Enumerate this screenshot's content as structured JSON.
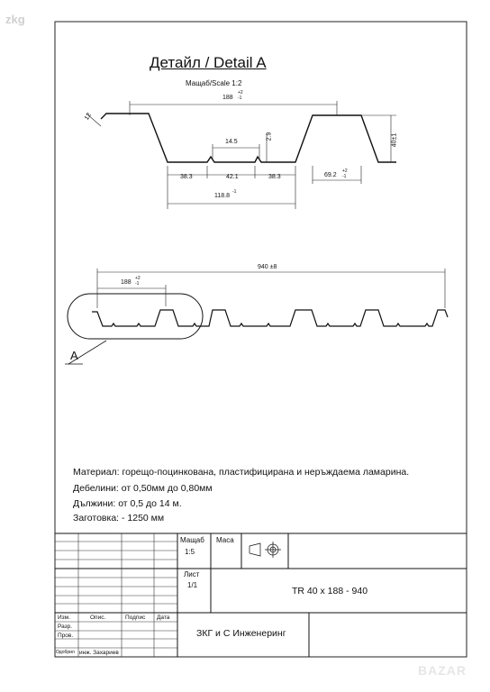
{
  "watermark_top": "zkg",
  "watermark_bottom": "BAZAR",
  "detail": {
    "title": "Детайл / Detail A",
    "scale": "Мащаб/Scale 1:2",
    "dims": {
      "top_width": "188",
      "top_width_tol_up": "+2",
      "top_width_tol_down": "-1",
      "edge": "12",
      "rib": "14.5",
      "rib_depth": "2.9",
      "height": "40±1",
      "left_flat": "38.3",
      "mid_flat": "42.1",
      "right_flat": "38.3",
      "right_top": "69.2",
      "right_top_tol_up": "+2",
      "right_top_tol_down": "-1",
      "bottom_total": "118.8",
      "bottom_total_tol": "-1"
    }
  },
  "overview": {
    "total_width": "940 ±8",
    "pitch": "188",
    "pitch_tol_up": "+2",
    "pitch_tol_down": "-1",
    "detail_label": "A"
  },
  "notes": [
    "Материал: горещо-поцинкована, пластифицирана и неръждаема ламарина.",
    "Дебелини: от 0,50мм до 0,80мм",
    "Дължини: от 0,5 до 14 м.",
    "Заготовка: - 1250 мм"
  ],
  "title_block": {
    "scale_label": "Мащаб",
    "scale_value": "1:5",
    "mass_label": "Маса",
    "sheet_label": "Лист",
    "sheet_value": "1/1",
    "product_code": "TR 40 x 188 - 940",
    "company": "ЗКГ и С Инженеринг",
    "col_izm": "Изм.",
    "col_opis": "Опис.",
    "col_podpis": "Подпис",
    "col_data": "Дата",
    "row_razr": "Разр.",
    "row_prov": "Пров.",
    "row_utv": "Одобрил",
    "utv_name": "инж. Захариев"
  }
}
